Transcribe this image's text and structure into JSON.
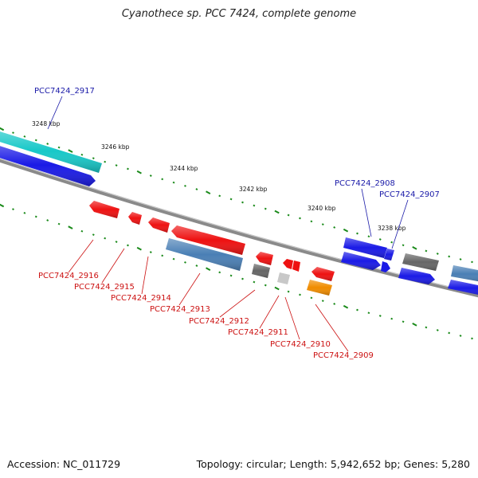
{
  "title": "Cyanothece sp. PCC 7424, complete genome",
  "footer": {
    "accession": "Accession: NC_011729",
    "summary": "Topology: circular; Length: 5,942,652 bp; Genes: 5,280"
  },
  "colors": {
    "backbone": "#7f7f7f",
    "tick": "#1a8a1a",
    "label_forward": "#1a1aa8",
    "label_reverse": "#cc1111",
    "red": "#ee1111",
    "blue": "#1a1ae6",
    "cyan": "#17c8c8",
    "steel": "#4a7fb5",
    "gray": "#666666",
    "orange": "#f08c00",
    "lightgray": "#c8c8c8"
  },
  "scale_labels": [
    "3248 kbp",
    "3246 kbp",
    "3244 kbp",
    "3242 kbp",
    "3240 kbp",
    "3238 kbp"
  ],
  "gene_labels": {
    "forward": [
      "PCC7424_2917",
      "PCC7424_2908",
      "PCC7424_2907"
    ],
    "reverse": [
      "PCC7424_2916",
      "PCC7424_2915",
      "PCC7424_2914",
      "PCC7424_2913",
      "PCC7424_2912",
      "PCC7424_2911",
      "PCC7424_2910",
      "PCC7424_2909"
    ]
  }
}
